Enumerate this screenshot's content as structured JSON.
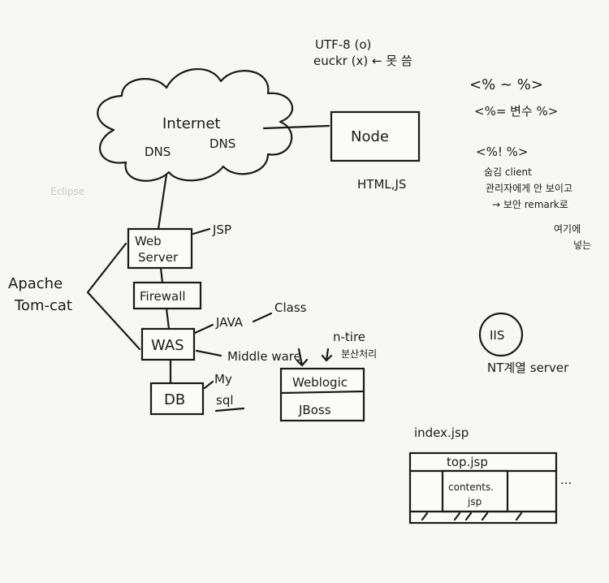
{
  "encoding": {
    "line1": "UTF-8 (o)",
    "line2": "euckr (x) ← 못 씀"
  },
  "cloud": {
    "title": "Internet",
    "dns_left": "DNS",
    "dns_right": "DNS"
  },
  "node": {
    "label": "Node",
    "tech": "HTML,JS"
  },
  "stack": {
    "web_server_line1": "Web",
    "web_server_line2": "Server",
    "jsp": "JSP",
    "firewall": "Firewall",
    "was": "WAS",
    "java": "JAVA",
    "class": "Class",
    "db": "DB",
    "mysql_line1": "My",
    "mysql_line2": "sql"
  },
  "apache": {
    "line1": "Apache",
    "line2": "Tom-cat"
  },
  "middleware": {
    "label": "Middle ware",
    "ntier": "n-tire",
    "ntier_note": "분산처리",
    "weblogic": "Weblogic",
    "jboss": "JBoss"
  },
  "jsp_notes": {
    "tag1": "<% ~ %>",
    "tag2": "<%= 변수 %>",
    "tag3": "<%! %>",
    "note1": "숨김 client",
    "note2": "관리자에게 안 보이고",
    "note3": "→ 보안 remark로",
    "note4": "여기에",
    "note5": "넣는"
  },
  "iis": {
    "label": "IIS",
    "note": "NT계열 server"
  },
  "index_layout": {
    "title": "index.jsp",
    "top": "top.jsp",
    "contents_line1": "contents.",
    "contents_line2": "jsp",
    "ellipsis": "..."
  },
  "faint_text": {
    "eclipse": "Eclipse"
  }
}
